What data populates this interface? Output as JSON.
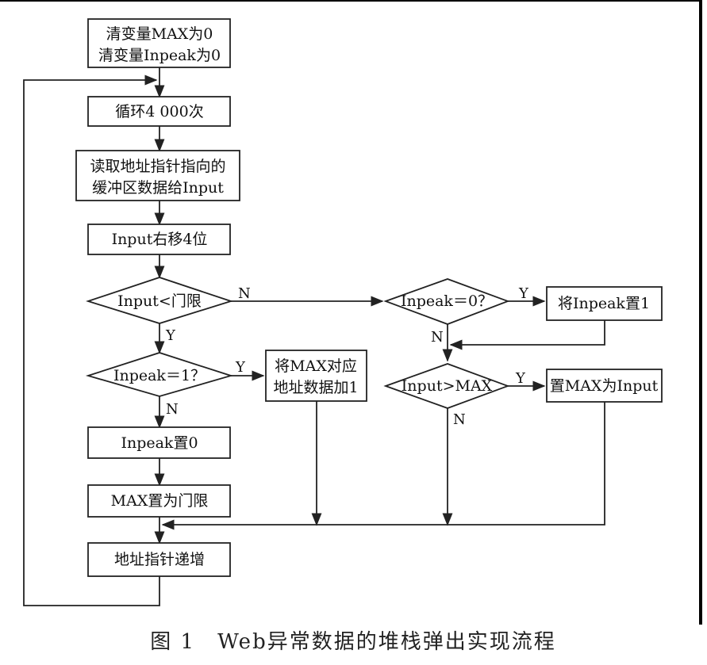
{
  "nodes": {
    "init_line1": "清变量MAX为0",
    "init_line2": "清变量Inpeak为0",
    "loop": "循环4 000次",
    "read_line1": "读取地址指针指向的",
    "read_line2": "缓冲区数据给Input",
    "shift": "Input右移4位",
    "cond_input_lt_threshold": "Input<门限",
    "cond_inpeak_eq_1": "Inpeak＝1？",
    "max_add_line1": "将MAX对应",
    "max_add_line2": "地址数据加1",
    "inpeak_zero": "Inpeak置0",
    "max_to_threshold": "MAX置为门限",
    "addr_inc": "地址指针递增",
    "cond_inpeak_eq_0": "Inpeak＝0？",
    "set_inpeak_1": "将Inpeak置1",
    "cond_input_gt_max": "Input>MAX",
    "set_max_input": "置MAX为Input"
  },
  "labels": {
    "n1": "N",
    "y1": "Y",
    "y2": "Y",
    "n2": "N",
    "y3": "Y",
    "n3": "N",
    "y4": "Y",
    "n4": "N"
  },
  "caption": "图 1　Web异常数据的堆栈弹出实现流程"
}
